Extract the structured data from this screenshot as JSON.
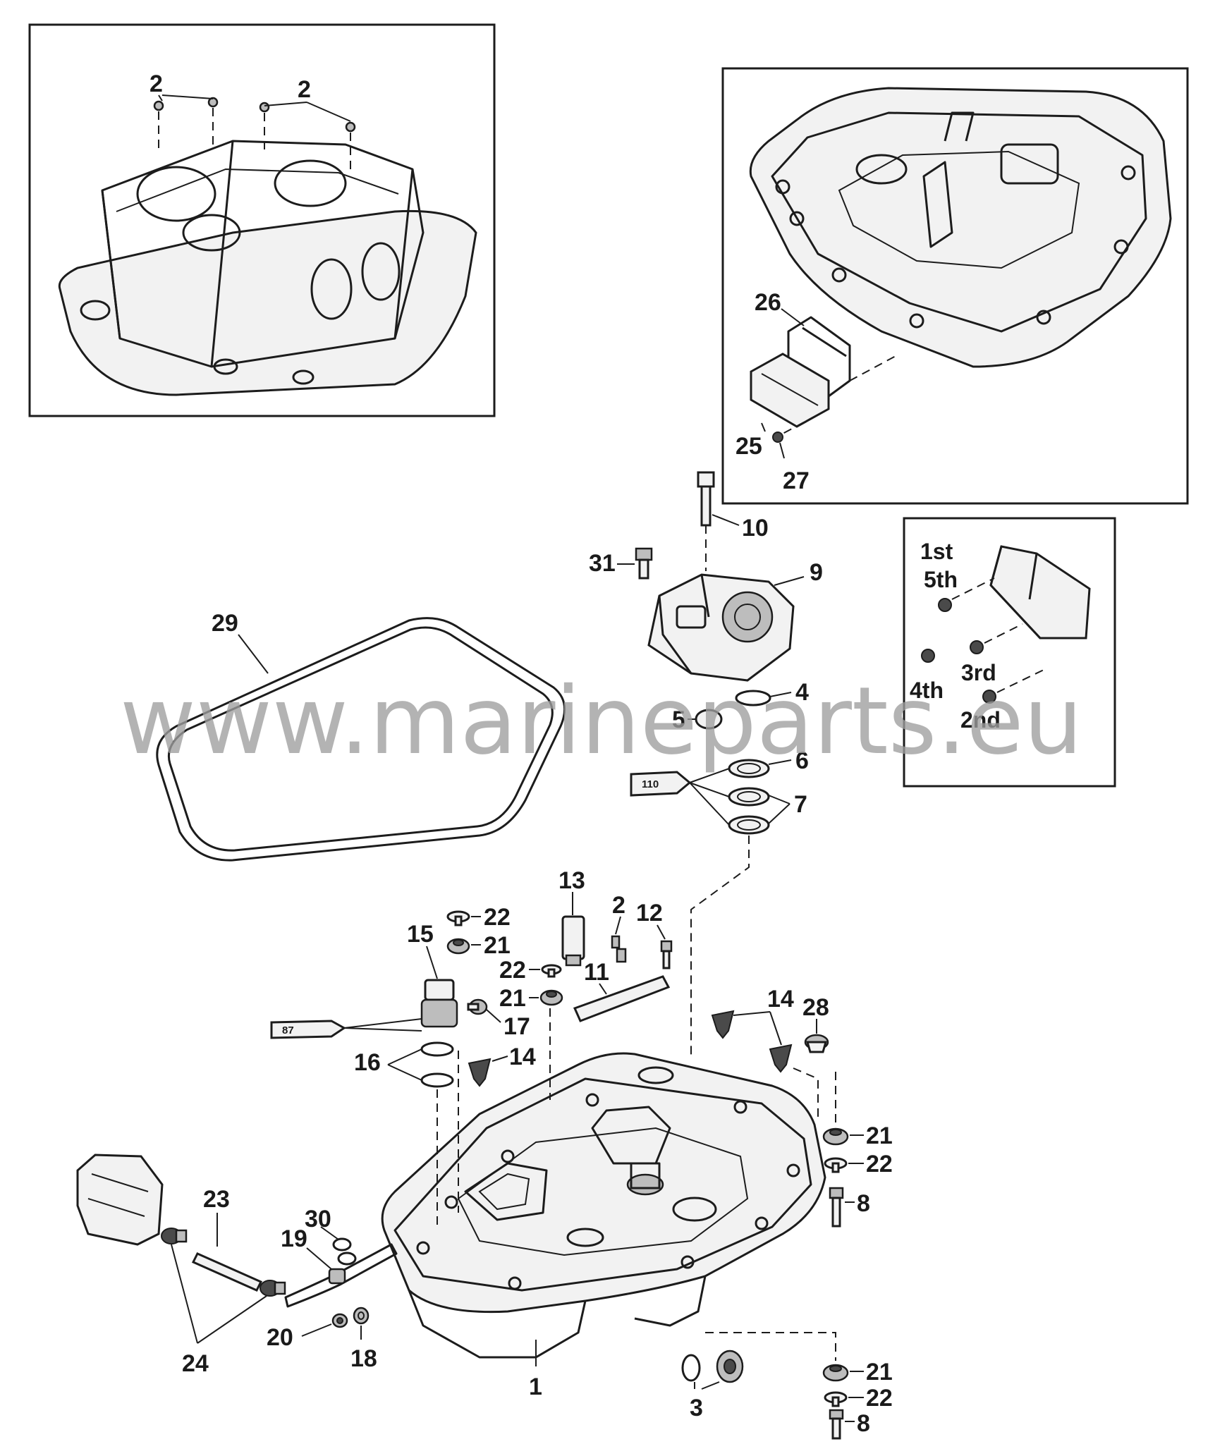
{
  "watermark": "www.marineparts.eu",
  "callouts": {
    "c2a": "2",
    "c2b": "2",
    "c2c": "2",
    "c26": "26",
    "c25": "25",
    "c27": "27",
    "c10": "10",
    "c31": "31",
    "c9": "9",
    "c29": "29",
    "c4": "4",
    "c5": "5",
    "c6": "6",
    "c7": "7",
    "c13": "13",
    "c12": "12",
    "c11": "11",
    "c15": "15",
    "c22a": "22",
    "c21a": "21",
    "c22b": "22",
    "c21b": "21",
    "c17": "17",
    "c16": "16",
    "c14a": "14",
    "c14b": "14",
    "c28": "28",
    "c21c": "21",
    "c22c": "22",
    "c8a": "8",
    "c23": "23",
    "c30": "30",
    "c19": "19",
    "c24": "24",
    "c20": "20",
    "c18": "18",
    "c1": "1",
    "c3": "3",
    "c21d": "21",
    "c22d": "22",
    "c8b": "8"
  },
  "torque_sequence": {
    "first": "1st",
    "fifth": "5th",
    "third": "3rd",
    "fourth": "4th",
    "second": "2nd"
  },
  "tubes": {
    "sealant_110": "110",
    "sealant_87": "87"
  }
}
